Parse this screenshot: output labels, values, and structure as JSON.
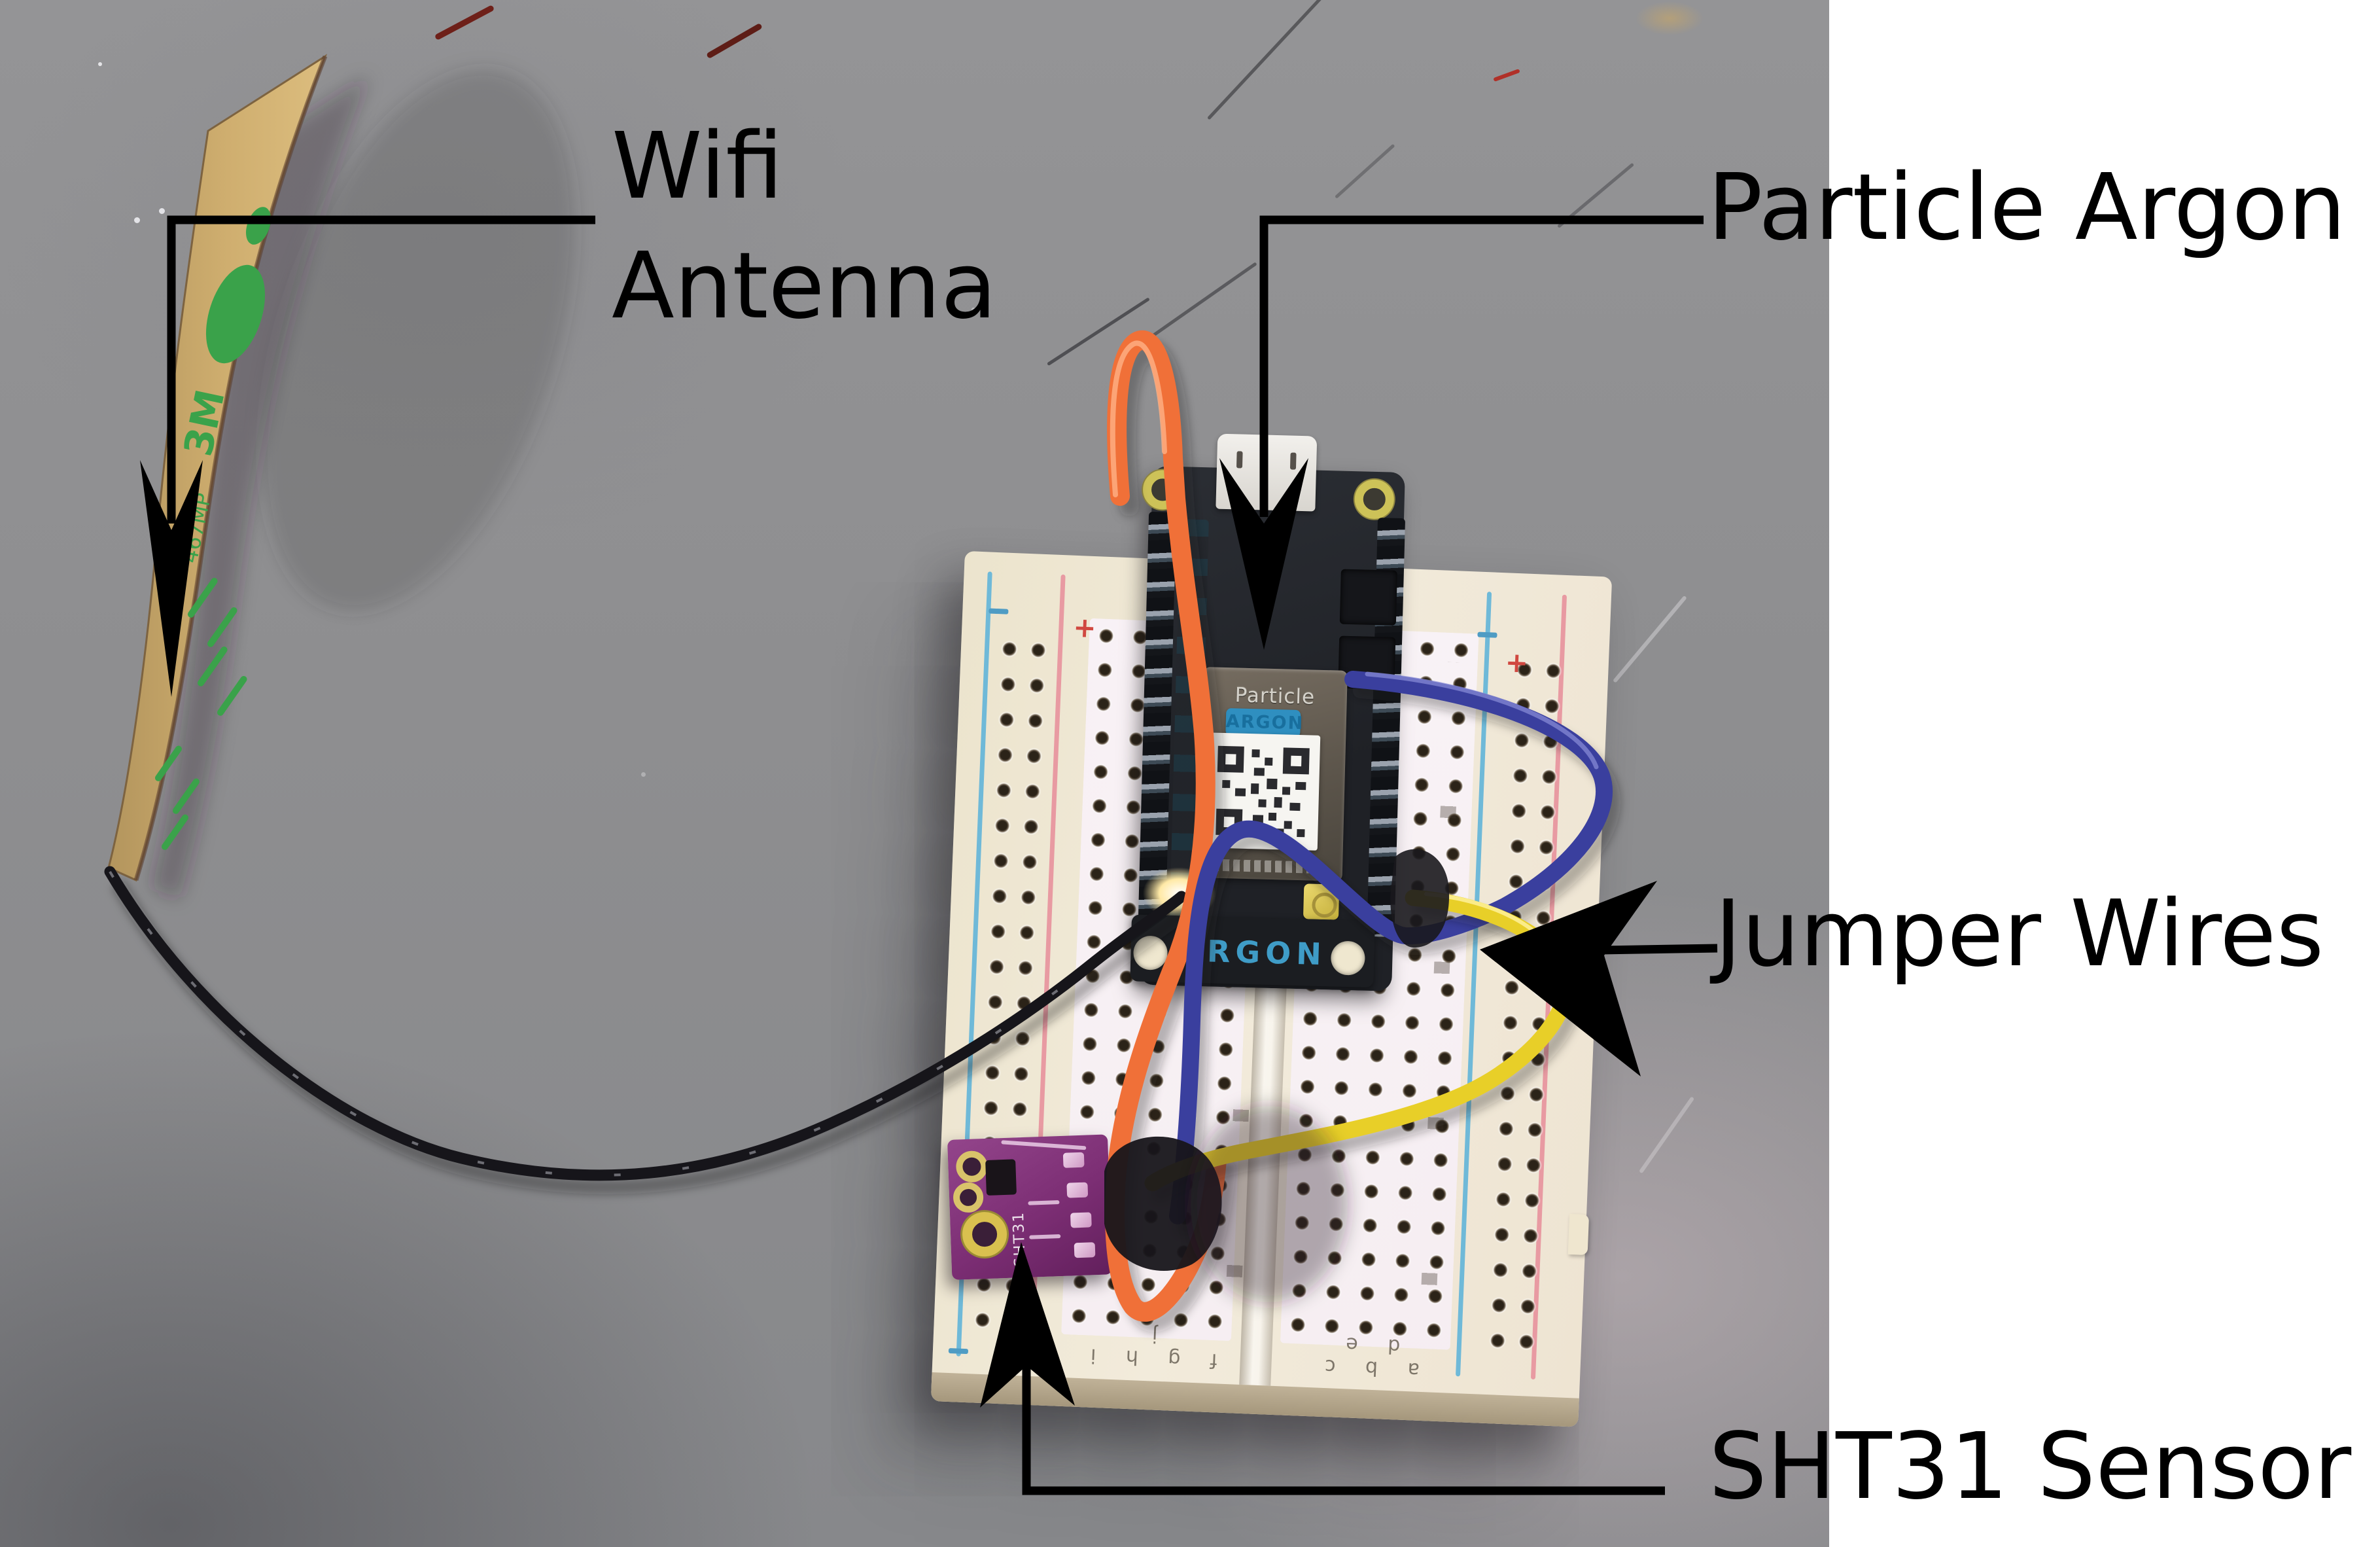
{
  "annotations": {
    "wifi_antenna": {
      "line1": "Wifi",
      "line2": "Antenna"
    },
    "particle_argon": {
      "label": "Particle Argon"
    },
    "jumper_wires": {
      "label": "Jumper Wires"
    },
    "sht31_sensor": {
      "label": "SHT31 Sensor"
    }
  },
  "argon_board": {
    "brand": "Particle",
    "badge": "ARGON",
    "footer": "ARGON"
  },
  "sht31_board": {
    "chip_label": "SHT31"
  },
  "antenna": {
    "brand": "3M",
    "code": "467MP"
  },
  "breadboard": {
    "left_columns": "f g h i j",
    "right_columns": "a b c d e",
    "plus": "+",
    "minus": "−"
  },
  "colors": {
    "desk": "#8f8f91",
    "white_margin": "#ffffff",
    "annotation_text": "#000000",
    "orange_wire": "#f07038",
    "blue_wire": "#3a3f9e",
    "yellow_wire": "#e8cf28",
    "antenna_cable": "#16151a",
    "breadboard": "#f0e9d4",
    "argon_pcb": "#23262b",
    "argon_blue": "#2f8fc0",
    "sht31_pcb": "#7c2e74",
    "antenna_tan": "#c9a869",
    "green_print": "#3aa24a"
  }
}
